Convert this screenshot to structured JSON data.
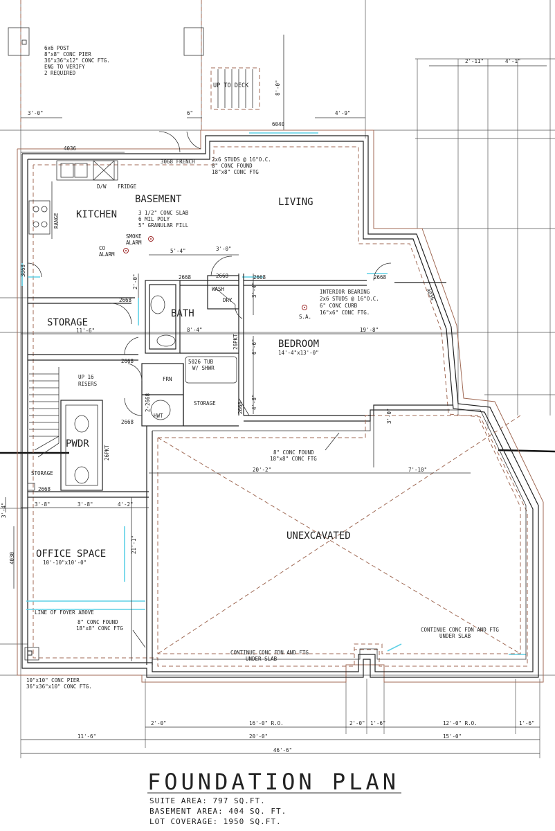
{
  "rooms": {
    "basement": "BASEMENT",
    "kitchen": "KITCHEN",
    "living": "LIVING",
    "storage1": "STORAGE",
    "storage1_dim": "11'-6\"",
    "bath": "BATH",
    "bedroom": "BEDROOM",
    "bedroom_dim": "14'-4\"x13'-0\"",
    "frn": "FRN",
    "hwt": "HWT",
    "storage2": "STORAGE",
    "pwdr": "PWDR",
    "storage3": "STORAGE",
    "office": "OFFICE SPACE",
    "office_dim": "10'-10\"x10'-0\"",
    "unexcavated": "UNEXCAVATED",
    "wash": "WASH",
    "dry": "DRY"
  },
  "notes": {
    "post": [
      "6x6 POST",
      "8\"x8\" CONC PIER",
      "36\"x36\"x12\" CONC FTG.",
      "ENG TO VERIFY",
      "2 REQUIRED"
    ],
    "up_to_deck": "UP TO DECK",
    "deck_dim": "8'-0\"",
    "french": "3068 FRENCH",
    "studs": [
      "2x6 STUDS @ 16\"O.C.",
      "8\" CONC FOUND",
      "18\"x8\" CONC FTG"
    ],
    "slab": [
      "3 1/2\" CONC SLAB",
      "6 MIL POLY",
      "5\" GRANULAR FILL"
    ],
    "dw": "D/W",
    "fridge": "FRIDGE",
    "range": "RANGE",
    "smoke": [
      "SMOKE",
      "ALARM"
    ],
    "co": [
      "CO",
      "ALARM"
    ],
    "interior_bearing": [
      "INTERIOR BEARING",
      "2x6 STUDS @ 16\"O.C.",
      "6\" CONC CURB",
      "16\"x6\" CONC FTG."
    ],
    "sa": "S.A.",
    "tub": [
      "5026 TUB",
      "W/ SHWR"
    ],
    "up16": [
      "UP 16",
      "RISERS"
    ],
    "found_mid": [
      "8\" CONC FOUND",
      "18\"x8\" CONC FTG"
    ],
    "found_low": [
      "8\" CONC FOUND",
      "18\"x8\" CONC FTG"
    ],
    "line_foyer": "LINE OF FOYER ABOVE",
    "continue_right": [
      "CONTINUE CONC FDN AND FTG",
      "UNDER SLAB"
    ],
    "continue_mid": [
      "CONTINUE CONC FDN AND FTG",
      "UNDER SLAB"
    ],
    "pier_low": [
      "10\"x10\" CONC PIER",
      "36\"x36\"x10\" CONC FTG."
    ]
  },
  "openings": {
    "d4036_top": "4036",
    "d6040": "6040",
    "d3068_left": "3068",
    "d2668_a": "2668",
    "d2668_b": "2668",
    "d2668_c": "2668",
    "d2668_d": "2668",
    "d2668_e": "2668",
    "d2668_f": "2668",
    "d2668_g": "2668",
    "d2668_h": "2668",
    "d2668_i": "2668",
    "d2x2668": "2-2668",
    "d26pkt_a": "26PKT",
    "d26pkt_b": "26PKT",
    "d4036_right": "4036",
    "d4030_left": "4030"
  },
  "dims": {
    "top_3_0": "3'-0\"",
    "top_6": "6\"",
    "top_4_9": "4'-9\"",
    "top_2_11": "2'-11\"",
    "top_4_1": "4'-1\"",
    "d5_4": "5'-4\"",
    "d3_0b": "3'-0\"",
    "d2_0": "2'-0\"",
    "d3_4": "3'-4\"",
    "d8_4": "8'-4\"",
    "d19_8": "19'-8\"",
    "d6_6": "6'-6\"",
    "d4_8": "4'-8\"",
    "d3_0c": "3'-0\"",
    "d20_2": "20'-2\"",
    "d7_10": "7'-10\"",
    "d3_8a": "3'-8\"",
    "d3_8b": "3'-8\"",
    "d4_2": "4'-2\"",
    "d3_4b": "3'-4\"",
    "d21_1": "21'-1\"",
    "b2_0a": "2'-0\"",
    "b16_0": "16'-0\" R.O.",
    "b2_0b": "2'-0\"",
    "b1_6a": "1'-6\"",
    "b12_0": "12'-0\" R.O.",
    "b1_6b": "1'-6\"",
    "b11_6": "11'-6\"",
    "b20_0": "20'-0\"",
    "b15_0": "15'-0\"",
    "b46_6": "46'-6\""
  },
  "title": {
    "main": "FOUNDATION PLAN",
    "suite": "SUITE AREA: 797 SQ.FT.",
    "basement": "BASEMENT AREA: 404 SQ. FT.",
    "lot": "LOT COVERAGE: 1950 SQ.FT."
  }
}
